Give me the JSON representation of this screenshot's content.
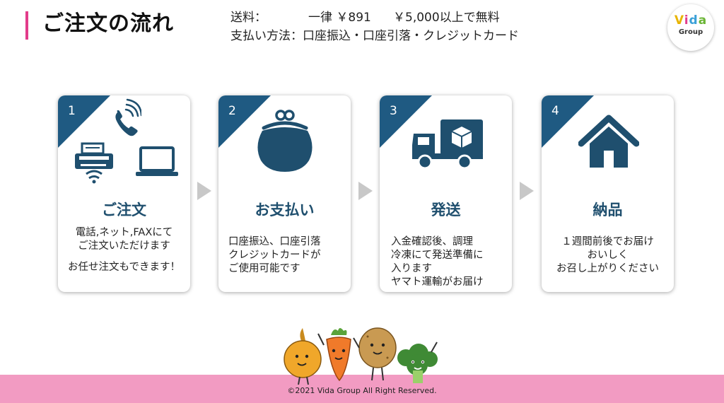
{
  "header": {
    "title": "ご注文の流れ",
    "shipping_label": "送料：",
    "shipping_value": "一律 ￥891",
    "shipping_free": "￥5,000以上で無料",
    "payment_label": "支払い方法：",
    "payment_value": "口座振込・口座引落・クレジットカード"
  },
  "logo": {
    "v": "V",
    "i": "i",
    "d": "d",
    "a": "a",
    "group": "Group"
  },
  "steps": [
    {
      "number": "1",
      "heading": "ご注文",
      "lines": [
        "電話,ネット,FAXにて",
        "ご注文いただけます",
        "お任せ注文もできます！"
      ],
      "icon": "phone-fax-laptop-icons"
    },
    {
      "number": "2",
      "heading": "お支払い",
      "lines": [
        "口座振込、口座引落",
        "クレジットカードが",
        "ご使用可能です"
      ],
      "icon": "coin-purse-icon"
    },
    {
      "number": "3",
      "heading": "発送",
      "lines": [
        "入金確認後、調理",
        "冷凍にて発送準備に",
        "入ります",
        "ヤマト運輸がお届け"
      ],
      "icon": "delivery-truck-icon"
    },
    {
      "number": "4",
      "heading": "納品",
      "lines": [
        "１週間前後でお届け",
        "おいしく",
        "お召し上がりください"
      ],
      "icon": "house-icon"
    }
  ],
  "footer": {
    "copyright": "©2021 Vida Group All Right Reserved."
  },
  "colors": {
    "accent": "#1f5a82",
    "heading": "#1f4f6e",
    "title_bar": "#e23c8a",
    "footer": "#f29bc2",
    "arrow": "#c8c8c8"
  }
}
